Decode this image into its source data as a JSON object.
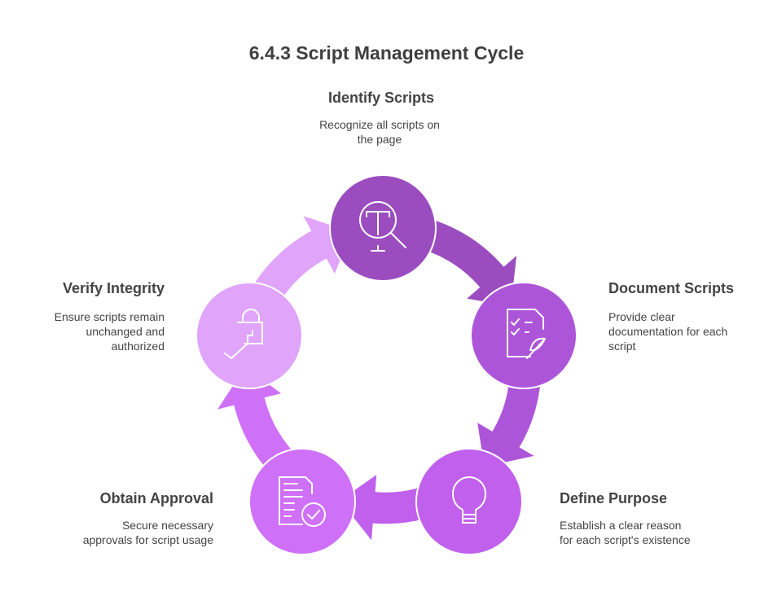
{
  "title": "6.4.3 Script Management Cycle",
  "steps": [
    {
      "title": "Identify Scripts",
      "desc": [
        "Recognize all scripts on",
        "the page"
      ],
      "icon": "text-search-icon",
      "color": "#9b4dbf"
    },
    {
      "title": "Document Scripts",
      "desc": [
        "Provide clear",
        "documentation for each",
        "script"
      ],
      "icon": "checklist-quill-icon",
      "color": "#ad55d9"
    },
    {
      "title": "Define Purpose",
      "desc": [
        "Establish a clear reason",
        "for each script's existence"
      ],
      "icon": "lightbulb-icon",
      "color": "#c060ec"
    },
    {
      "title": "Obtain Approval",
      "desc": [
        "Secure necessary",
        "approvals for script usage"
      ],
      "icon": "document-check-icon",
      "color": "#cf70f8"
    },
    {
      "title": "Verify Integrity",
      "desc": [
        "Ensure scripts remain",
        "unchanged and",
        "authorized"
      ],
      "icon": "key-lock-icon",
      "color": "#e0a4fb"
    }
  ]
}
